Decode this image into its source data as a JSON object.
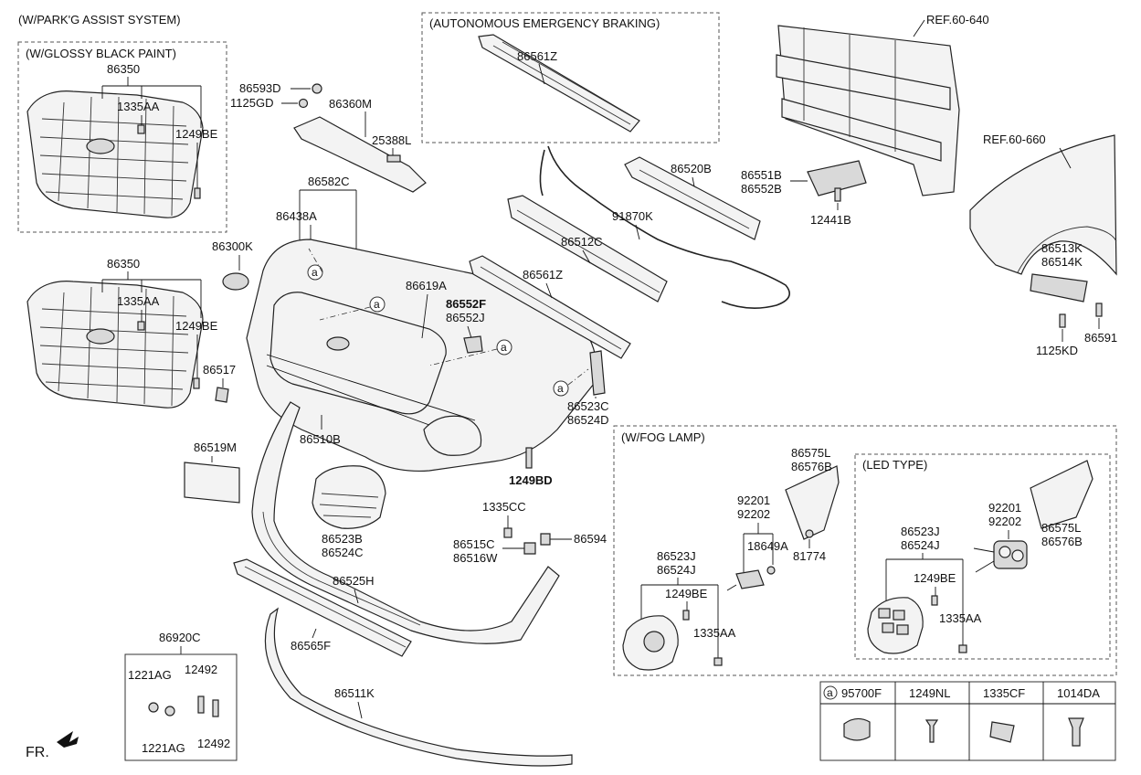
{
  "sections": {
    "park_assist": "(W/PARK'G ASSIST SYSTEM)",
    "glossy_black": "(W/GLOSSY BLACK PAINT)",
    "aeb": "(AUTONOMOUS EMERGENCY BRAKING)",
    "fog_lamp": "(W/FOG LAMP)",
    "led_type": "(LED TYPE)"
  },
  "refs": {
    "ref_640": "REF.60-640",
    "ref_660": "REF.60-660"
  },
  "parts": {
    "p86350a": "86350",
    "p1335aa_a": "1335AA",
    "p1249be_a": "1249BE",
    "p86350b": "86350",
    "p1335aa_b": "1335AA",
    "p1249be_b": "1249BE",
    "p86593d": "86593D",
    "p1125gd": "1125GD",
    "p86360m": "86360M",
    "p25388l": "25388L",
    "p86582c": "86582C",
    "p86438a": "86438A",
    "p86300k": "86300K",
    "p86619a": "86619A",
    "p86552f": "86552F",
    "p86552j": "86552J",
    "p86517": "86517",
    "p86510b": "86510B",
    "p86519m": "86519M",
    "p86523b": "86523B",
    "p86524c": "86524C",
    "p1249bd": "1249BD",
    "p86523c": "86523C",
    "p86524d": "86524D",
    "p86561z_a": "86561Z",
    "p86561z_b": "86561Z",
    "p86512c": "86512C",
    "p91870k": "91870K",
    "p86520b": "86520B",
    "p86551b": "86551B",
    "p86552b": "86552B",
    "p12441b": "12441B",
    "p86513k": "86513K",
    "p86514k": "86514K",
    "p1125kd": "1125KD",
    "p86591": "86591",
    "p1335cc": "1335CC",
    "p86515c": "86515C",
    "p86516w": "86516W",
    "p86594": "86594",
    "p86525h": "86525H",
    "p86565f": "86565F",
    "p86511k": "86511K",
    "p86920c": "86920C",
    "p1221ag_a": "1221AG",
    "p12492_a": "12492",
    "p1221ag_b": "1221AG",
    "p12492_b": "12492",
    "p86575l_a": "86575L",
    "p86576b_a": "86576B",
    "p92201_a": "92201",
    "p92202_a": "92202",
    "p18649a": "18649A",
    "p81774": "81774",
    "p86523j_a": "86523J",
    "p86524j_a": "86524J",
    "p1249be_c": "1249BE",
    "p1335aa_c": "1335AA",
    "p86523j_b": "86523J",
    "p86524j_b": "86524J",
    "p1249be_d": "1249BE",
    "p1335aa_d": "1335AA",
    "p92201_b": "92201",
    "p92202_b": "92202",
    "p86575l_b": "86575L",
    "p86576b_b": "86576B"
  },
  "callout": "a",
  "legend": {
    "symbol": "a",
    "cols": [
      "95700F",
      "1249NL",
      "1335CF",
      "1014DA"
    ]
  },
  "direction": "FR."
}
